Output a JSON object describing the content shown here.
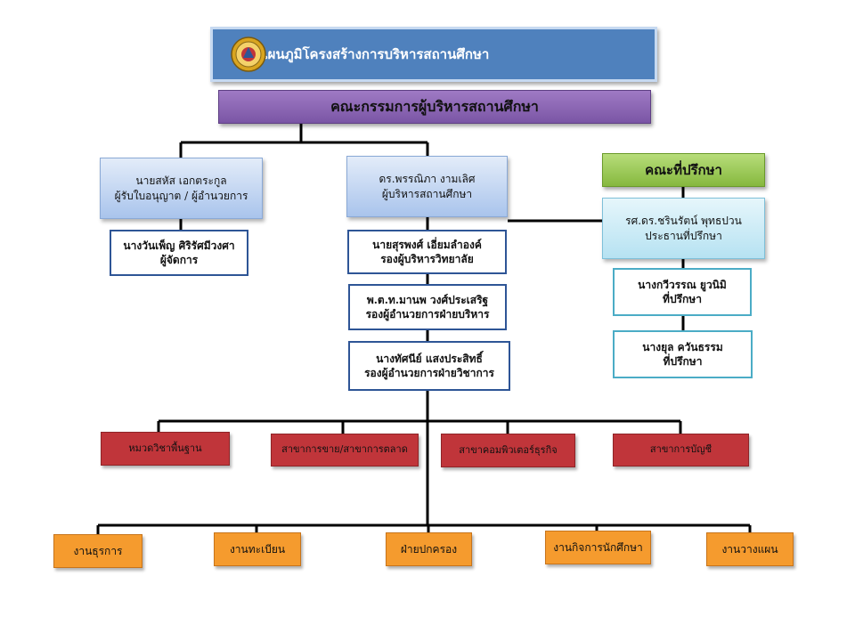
{
  "title": "แผนภูมิโครงสร้างการบริหารสถานศึกษา",
  "board": "คณะกรรมการผู้บริหารสถานศึกษา",
  "licensee": {
    "line1": "นายสหัส เอกตระกูล",
    "line2": "ผู้รับใบอนุญาต / ผู้อำนวยการ"
  },
  "manager": {
    "line1": "นางวันเพ็ญ ศิริรัศมีวงศา",
    "line2": "ผู้จัดการ"
  },
  "director": {
    "line1": "ดร.พรรณิภา งามเลิศ",
    "line2": "ผู้บริหารสถานศึกษา"
  },
  "deputies": [
    {
      "line1": "นายสุรพงศ์ เอี่ยมลำองค์",
      "line2": "รองผู้บริหารวิทยาลัย"
    },
    {
      "line1": "พ.ต.ท.มานพ วงศ์ประเสริฐ",
      "line2": "รองผู้อำนวยการฝ่ายบริหาร"
    },
    {
      "line1": "นางทัศนีย์ แสงประสิทธิ์",
      "line2": "รองผู้อำนวยการฝ่ายวิชาการ"
    }
  ],
  "advisors_header": "คณะที่ปรึกษา",
  "advisor_chair": {
    "line1": "รศ.ดร.ชรินรัตน์ พุทธปวน",
    "line2": "ประธานที่ปรึกษา"
  },
  "advisors": [
    {
      "line1": "นางกวีวรรณ ยูวนิมิ",
      "line2": "ที่ปรึกษา"
    },
    {
      "line1": "นางยุล ควันธรรม",
      "line2": "ที่ปรึกษา"
    }
  ],
  "departments": [
    "หมวดวิชาพื้นฐาน",
    "สาขาการขาย/สาขาการตลาด",
    "สาขาคอมพิวเตอร์ธุรกิจ",
    "สาขาการบัญชี"
  ],
  "works": [
    "งานธุรการ",
    "งานทะเบียน",
    "ฝ่ายปกครอง",
    "งานกิจการนักศึกษา",
    "งานวางแผน"
  ],
  "colors": {
    "title": "#4f81bd",
    "board": "#8064a2",
    "advisor_header": "#9bbb59",
    "department": "#c0353a",
    "work": "#f59b2e",
    "line": "#000000"
  }
}
